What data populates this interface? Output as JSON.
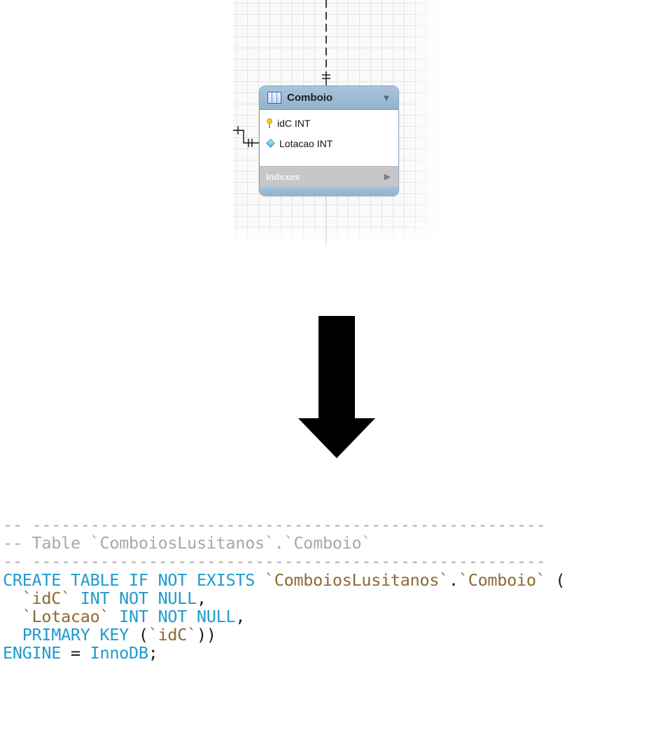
{
  "entity": {
    "title": "Comboio",
    "collapse_glyph": "▼",
    "columns": [
      {
        "name": "idC INT",
        "icon": "primary-key-icon"
      },
      {
        "name": "Lotacao INT",
        "icon": "column-diamond-icon"
      }
    ],
    "indexes_label": "Indexes",
    "expand_glyph": "▶",
    "header_color": "#a0bcd6",
    "indexes_color": "#c7c7c7"
  },
  "arrow": {
    "direction": "down",
    "color": "#000000"
  },
  "sql": {
    "comment_rule": "-- -----------------------------------------------------",
    "comment_table": "-- Table `ComboiosLusitanos`.`Comboio`",
    "create_kw": "CREATE TABLE IF NOT EXISTS ",
    "schema_ident": "`ComboiosLusitanos`",
    "dot": ".",
    "table_ident": "`Comboio`",
    "open_paren": " (",
    "col1_ident": "  `idC`",
    "col1_type": " INT NOT NULL",
    "comma": ",",
    "col2_ident": "  `Lotacao`",
    "col2_type": " INT NOT NULL",
    "pk_kw": "  PRIMARY KEY",
    "pk_open": " (",
    "pk_ident": "`idC`",
    "pk_close": "))",
    "engine_kw": "ENGINE",
    "equals": " = ",
    "engine_value": "InnoDB",
    "semicolon": ";",
    "colors": {
      "comment": "#a8a8a8",
      "keyword": "#1f9bcf",
      "identifier": "#8c6a32",
      "plain": "#1a1a1a"
    }
  }
}
